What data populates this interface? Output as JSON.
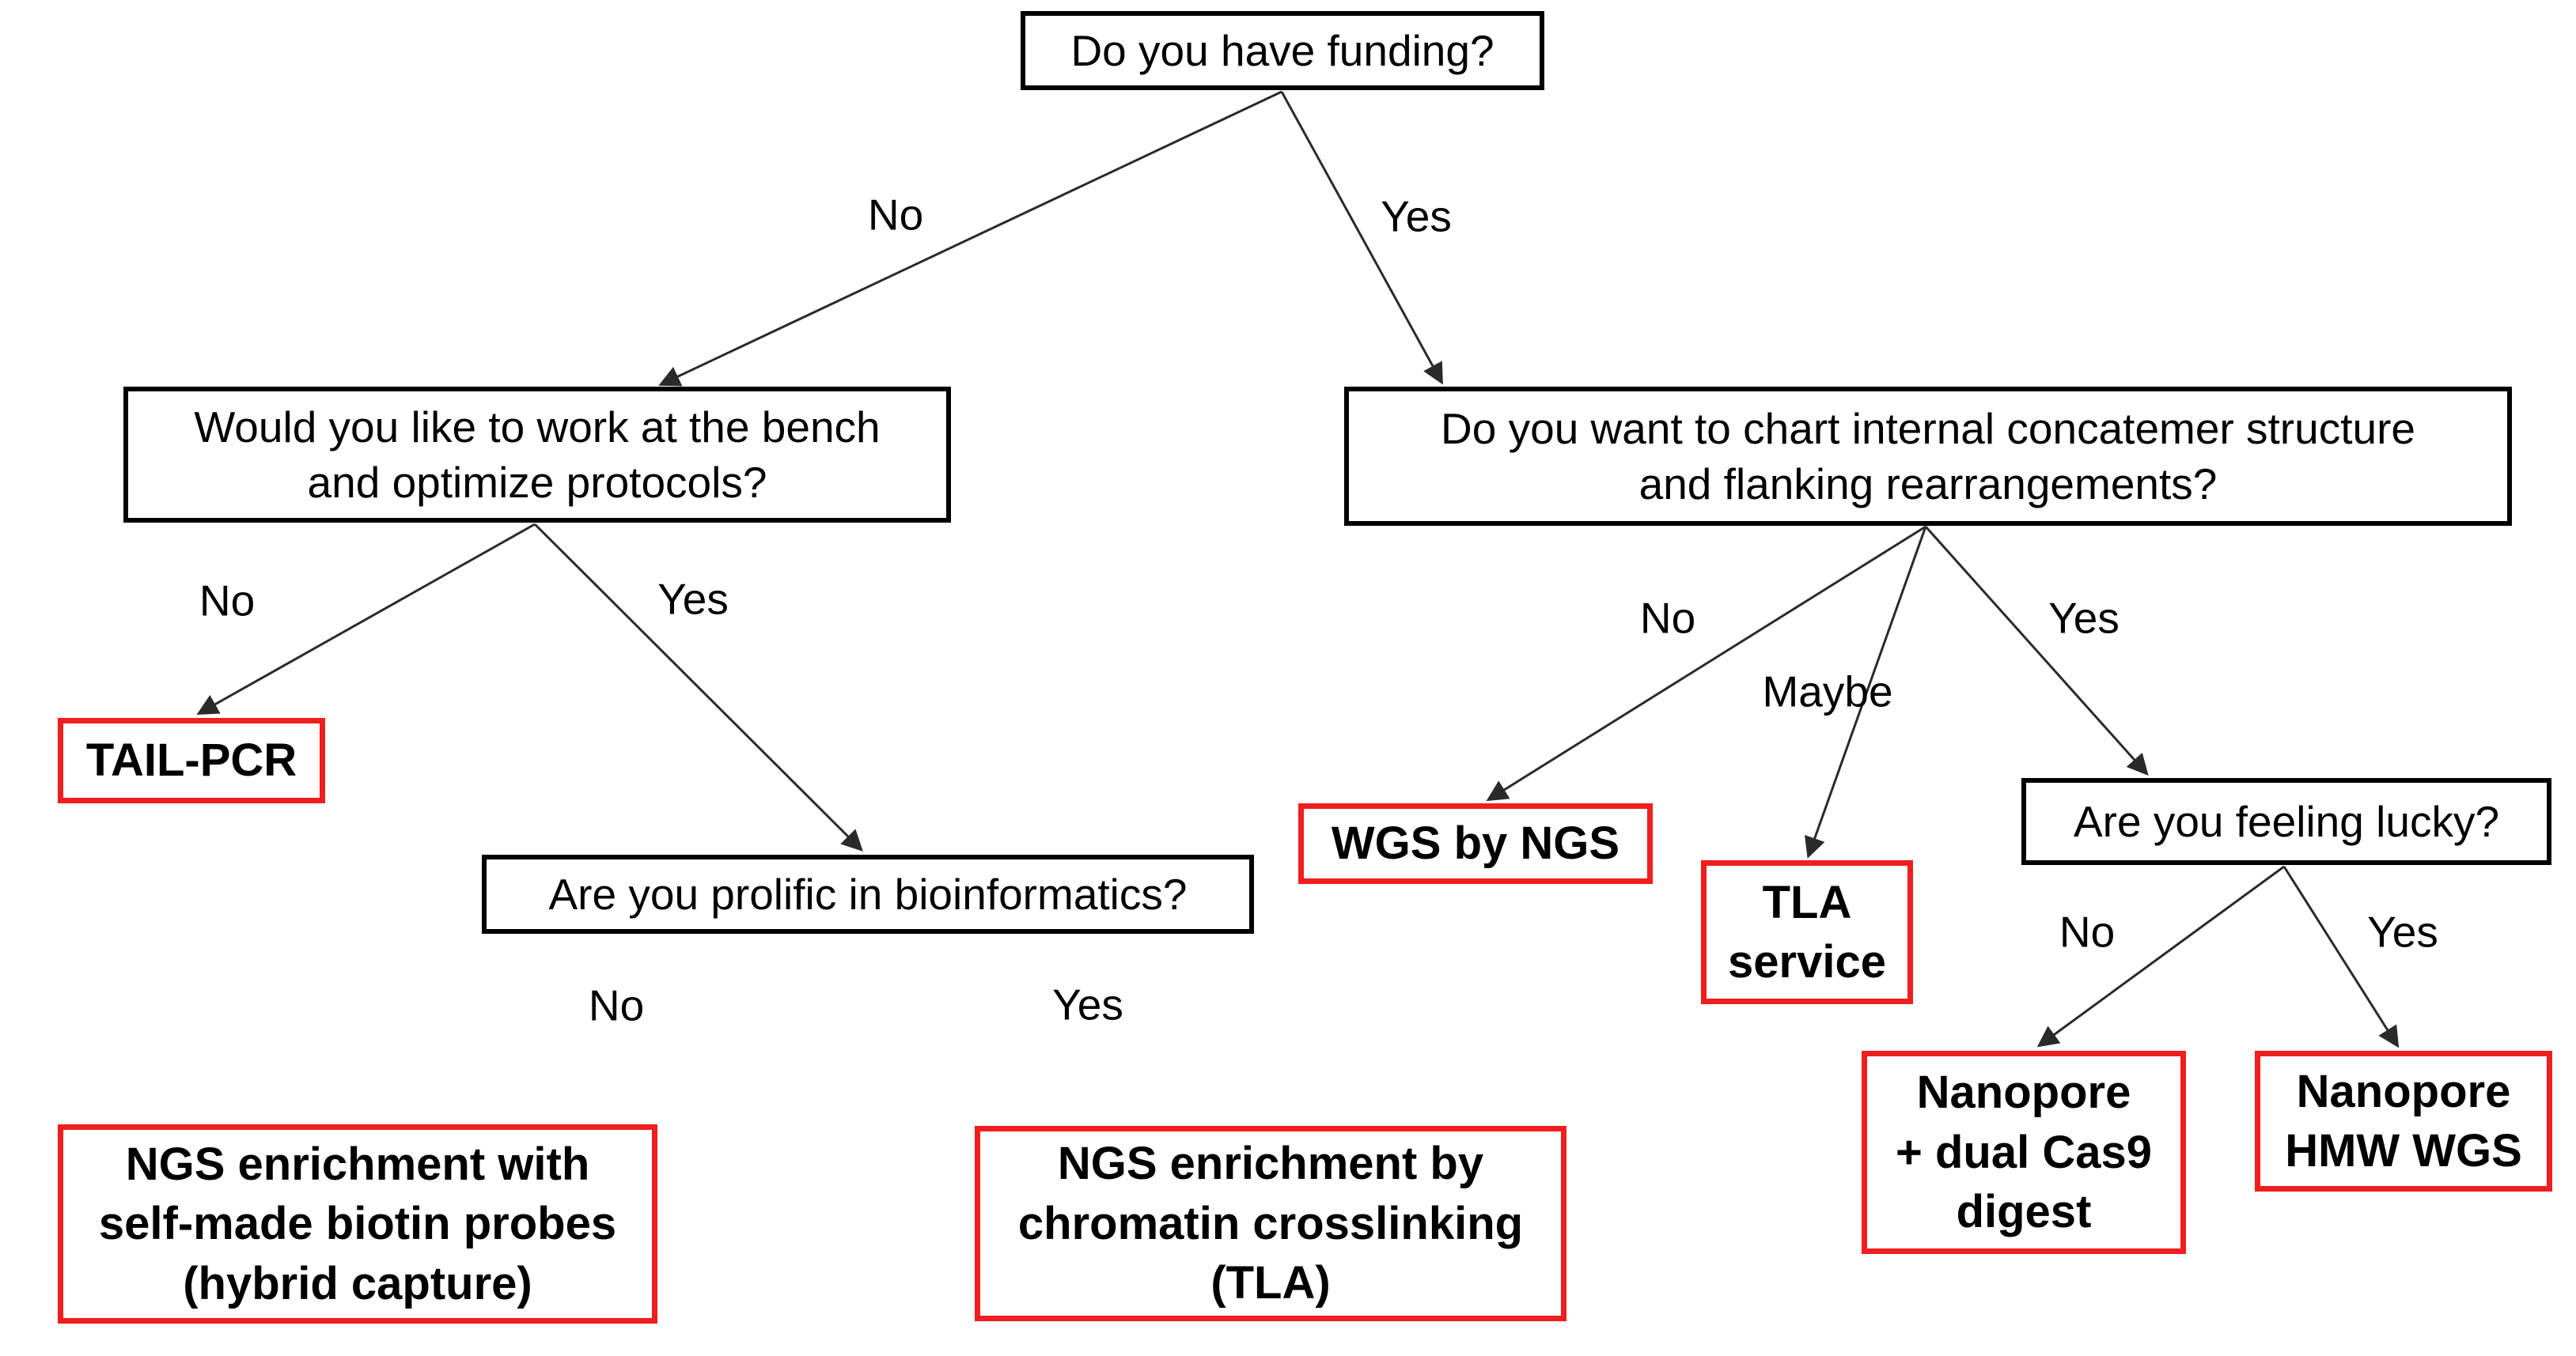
{
  "diagram": {
    "background": "#ffffff",
    "colors": {
      "question_border": "#000000",
      "outcome_border": "#f01e1e",
      "line": "#2a2a2a",
      "text": "#000000"
    },
    "nodes": {
      "funding": {
        "label": "Do you have funding?",
        "kind": "question"
      },
      "bench": {
        "label": "Would you like to work at the bench\nand optimize protocols?",
        "kind": "question"
      },
      "concatemer": {
        "label": "Do you want to chart internal concatemer structure\nand flanking rearrangements?",
        "kind": "question"
      },
      "tail_pcr": {
        "label": "TAIL-PCR",
        "kind": "outcome"
      },
      "bioinformatics": {
        "label": "Are you prolific in bioinformatics?",
        "kind": "question"
      },
      "wgs_by_ngs": {
        "label": "WGS by NGS",
        "kind": "outcome"
      },
      "tla_service": {
        "label": "TLA\nservice",
        "kind": "outcome"
      },
      "lucky": {
        "label": "Are you feeling lucky?",
        "kind": "question"
      },
      "hybrid_capture": {
        "label": "NGS enrichment with\nself-made biotin probes\n(hybrid capture)",
        "kind": "outcome"
      },
      "tla_crosslinking": {
        "label": "NGS enrichment by\nchromatin crosslinking\n(TLA)",
        "kind": "outcome"
      },
      "cas9_digest": {
        "label": "Nanopore\n+ dual Cas9\ndigest",
        "kind": "outcome"
      },
      "hmw_wgs": {
        "label": "Nanopore\nHMW WGS",
        "kind": "outcome"
      }
    },
    "edge_labels": {
      "funding_no": "No",
      "funding_yes": "Yes",
      "bench_no": "No",
      "bench_yes": "Yes",
      "bioinformatics_no": "No",
      "bioinformatics_yes": "Yes",
      "concatemer_no": "No",
      "concatemer_maybe": "Maybe",
      "concatemer_yes": "Yes",
      "lucky_no": "No",
      "lucky_yes": "Yes"
    }
  }
}
